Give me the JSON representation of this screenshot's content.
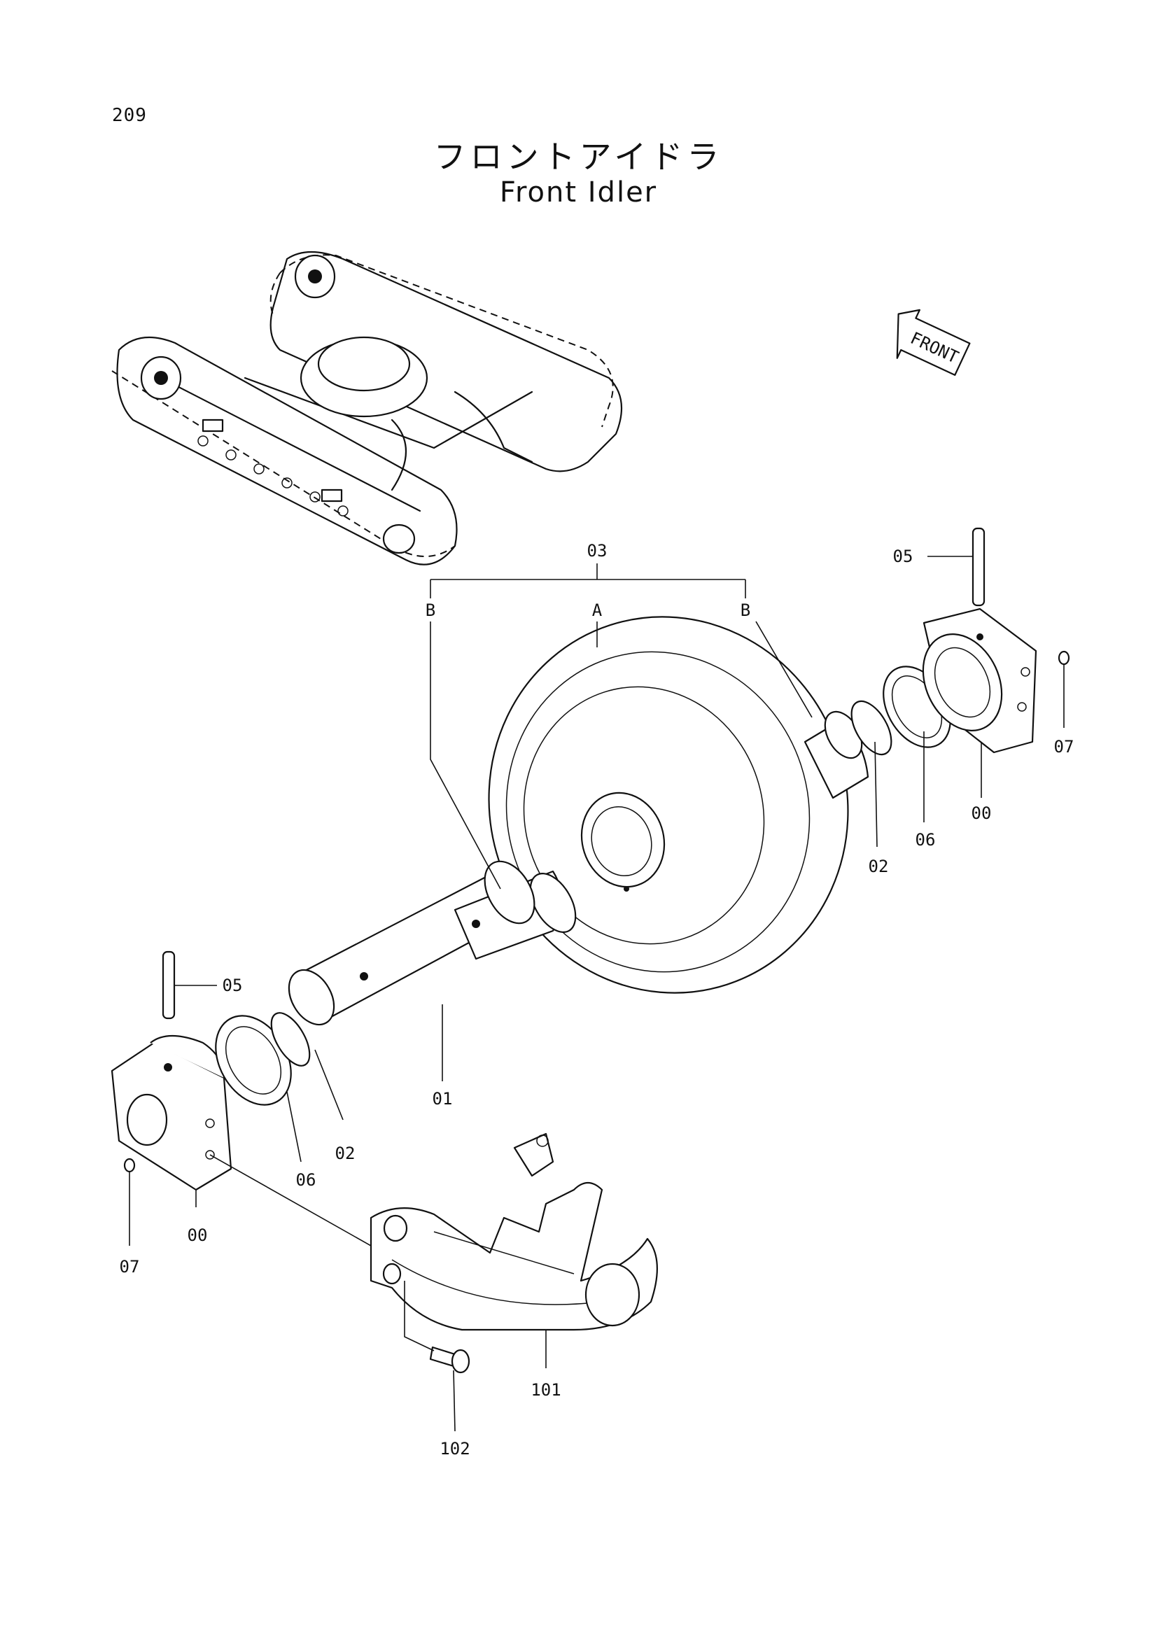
{
  "page": {
    "number": "209"
  },
  "title": {
    "japanese": "フロントアイドラ",
    "english": "Front Idler"
  },
  "direction_badge": {
    "label": "FRONT"
  },
  "callouts": {
    "n03": "03",
    "a": "A",
    "b_left": "B",
    "b_right": "B",
    "n05_right": "05",
    "n07_right": "07",
    "n00_right": "00",
    "n06_right": "06",
    "n02_right": "02",
    "n05_left": "05",
    "n01": "01",
    "n02_left": "02",
    "n06_left": "06",
    "n00_left": "00",
    "n07_left": "07",
    "n101": "101",
    "n102": "102"
  }
}
